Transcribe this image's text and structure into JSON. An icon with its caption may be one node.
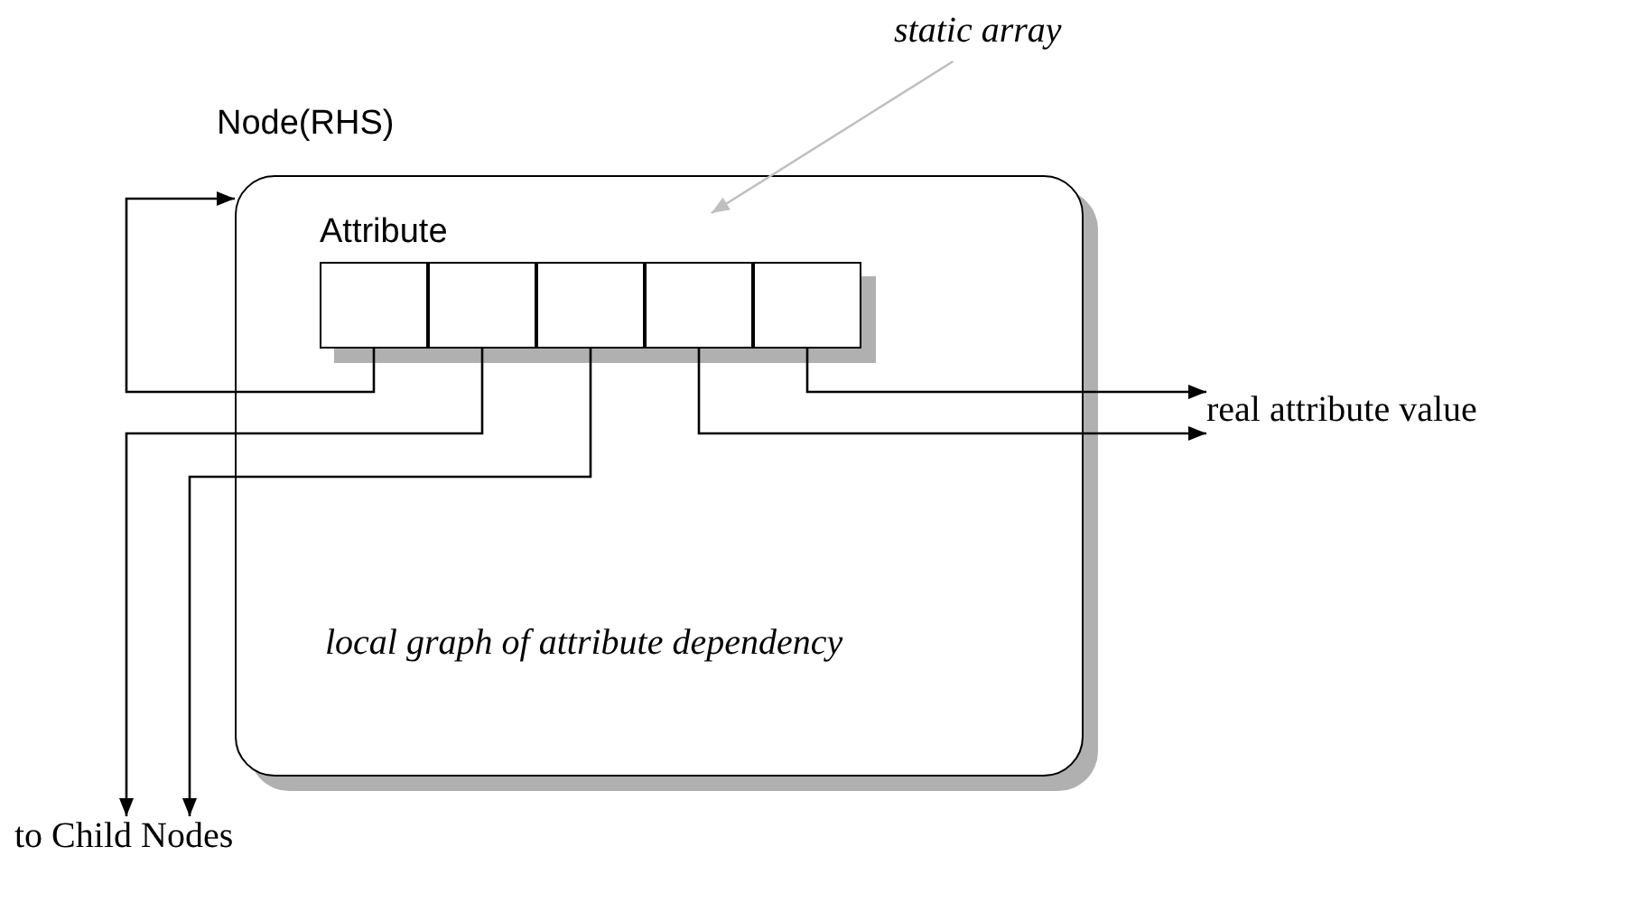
{
  "diagram": {
    "nodes": [
      {
        "text": [
          "Node(RHS)",
          "local graph of attribute dependency"
        ]
      },
      {
        "text": [
          "Attribute"
        ],
        "in": 0
      },
      {
        "text": [],
        "shape": "box",
        "in": 1
      },
      {
        "text": [],
        "shape": "box",
        "in": 1
      },
      {
        "text": [],
        "shape": "box",
        "in": 1
      },
      {
        "text": [],
        "shape": "box",
        "in": 1
      },
      {
        "text": [],
        "shape": "box",
        "in": 1
      },
      {
        "text": [
          "static array"
        ]
      },
      {
        "text": [
          "real attribute value"
        ]
      },
      {
        "text": [
          "to Child Nodes"
        ]
      }
    ],
    "edges": [
      {
        "from": 7,
        "to": 1,
        "arrow": "to",
        "color": "#bfbfbf"
      },
      {
        "from": 2,
        "to": 0,
        "arrow": "to"
      },
      {
        "from": 3,
        "to": 9,
        "arrow": "to"
      },
      {
        "from": 4,
        "to": 9,
        "arrow": "to"
      },
      {
        "from": 5,
        "to": 8,
        "arrow": "to"
      },
      {
        "from": 6,
        "to": 8,
        "arrow": "to"
      }
    ]
  }
}
